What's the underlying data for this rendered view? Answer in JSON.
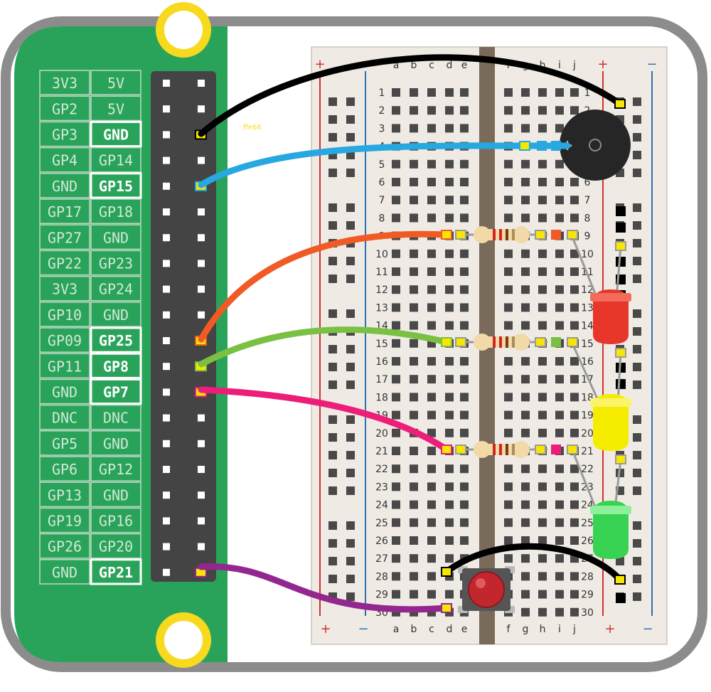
{
  "colors": {
    "frame": "#8c8c8c",
    "board": "#2aa35a",
    "header": "#444444",
    "breadboard": "#efebe4",
    "channel": "#7a6a5a",
    "rail_red": "#d0312d",
    "rail_blue": "#2f6fb3",
    "wire_black": "#000000",
    "wire_blue": "#27a8e0",
    "wire_orange": "#f15a24",
    "wire_green": "#7ac143",
    "wire_pink": "#ed1e79",
    "wire_purple": "#93278f",
    "led_red": "#e8362a",
    "led_yellow": "#f5ec00",
    "led_green": "#39d353",
    "button": "#c1272d"
  },
  "pin_labels": [
    [
      "3V3",
      "5V"
    ],
    [
      "GP2",
      "5V"
    ],
    [
      "GP3",
      "GND"
    ],
    [
      "GP4",
      "GP14"
    ],
    [
      "GND",
      "GP15"
    ],
    [
      "GP17",
      "GP18"
    ],
    [
      "GP27",
      "GND"
    ],
    [
      "GP22",
      "GP23"
    ],
    [
      "3V3",
      "GP24"
    ],
    [
      "GP10",
      "GND"
    ],
    [
      "GP09",
      "GP25"
    ],
    [
      "GP11",
      "GP8"
    ],
    [
      "GND",
      "GP7"
    ],
    [
      "DNC",
      "DNC"
    ],
    [
      "GP5",
      "GND"
    ],
    [
      "GP6",
      "GP12"
    ],
    [
      "GP13",
      "GND"
    ],
    [
      "GP19",
      "GP16"
    ],
    [
      "GP26",
      "GP20"
    ],
    [
      "GND",
      "GP21"
    ]
  ],
  "highlighted_pins": [
    "GND",
    "GP15",
    "GP25",
    "GP8",
    "GP7",
    "GP21"
  ],
  "breadboard": {
    "columns_left": [
      "a",
      "b",
      "c",
      "d",
      "e"
    ],
    "columns_right": [
      "f",
      "g",
      "h",
      "i",
      "j"
    ],
    "rail_plus": "+",
    "rail_minus": "−",
    "row_numbers": [
      "1",
      "2",
      "3",
      "4",
      "5",
      "6",
      "7",
      "8",
      "9",
      "10",
      "11",
      "12",
      "13",
      "14",
      "15",
      "16",
      "17",
      "18",
      "19",
      "20",
      "21",
      "22",
      "23",
      "24",
      "25",
      "26",
      "27",
      "28",
      "29",
      "30"
    ]
  },
  "stray_text": "ffe66",
  "buzzer_plus": "+"
}
